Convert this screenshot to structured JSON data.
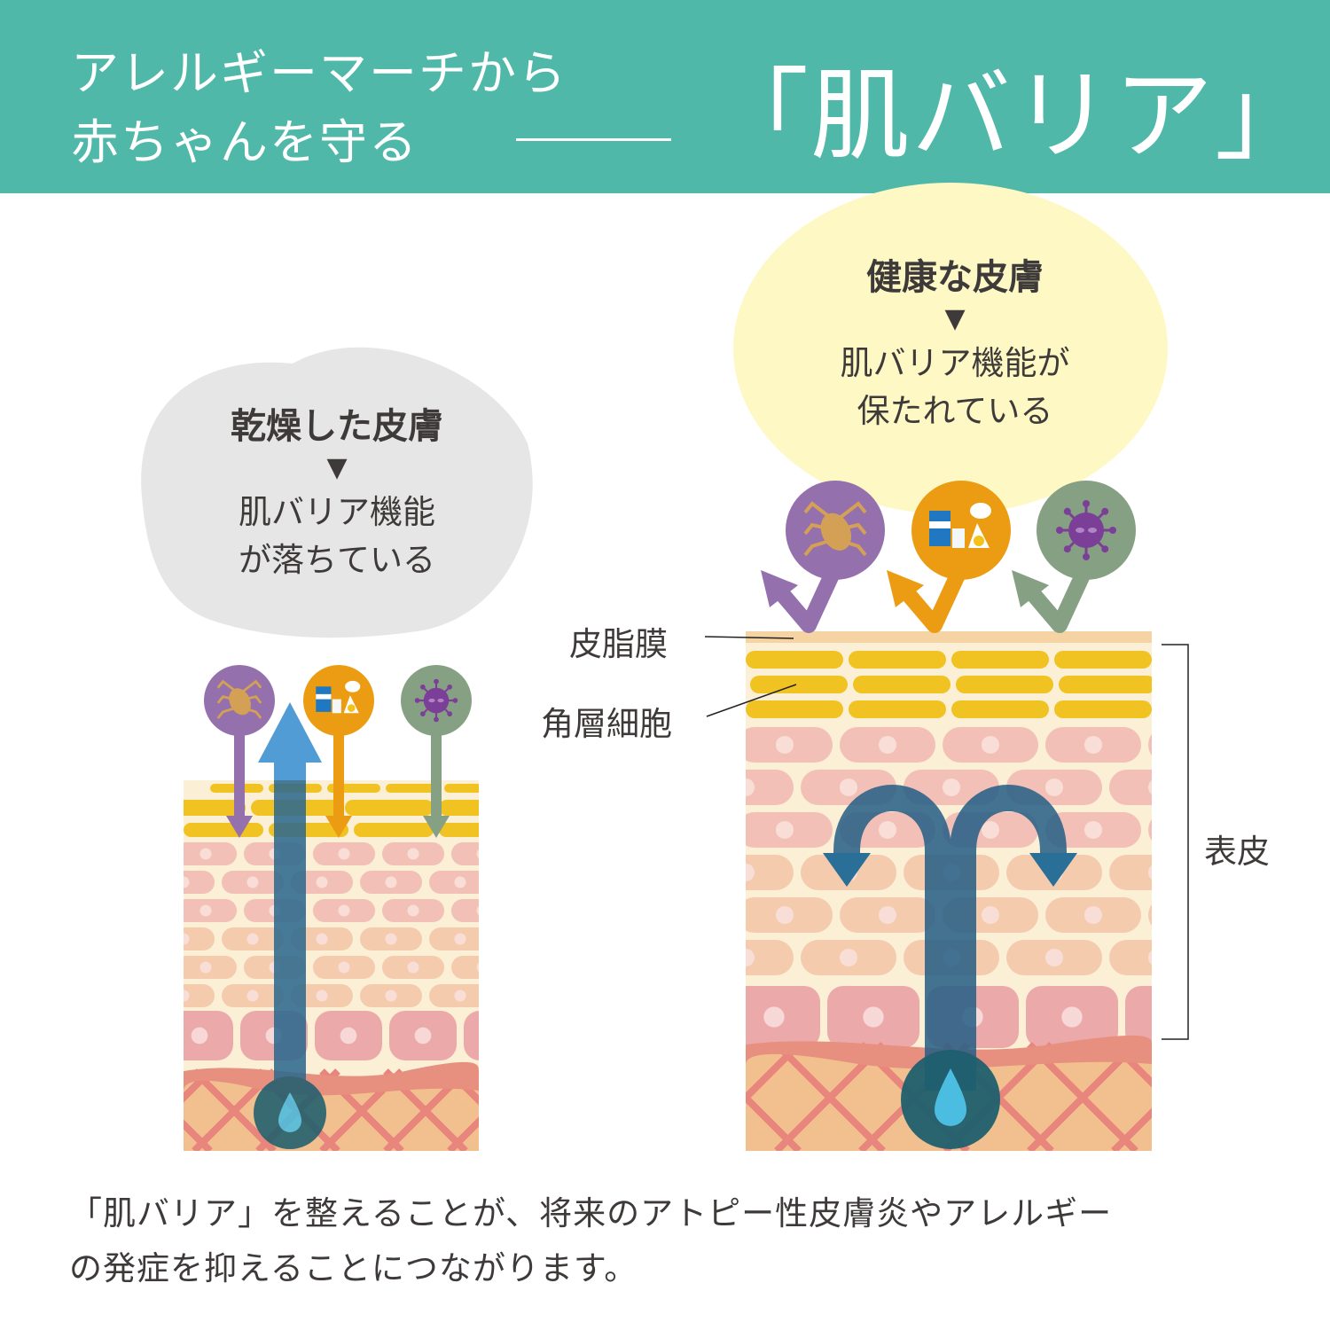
{
  "header": {
    "line1": "アレルギーマーチから",
    "line2": "赤ちゃんを守る",
    "headline": "「肌バリア」",
    "background": "#4fb8a9"
  },
  "dry_skin": {
    "title": "乾燥した皮膚",
    "marker": "▼",
    "line1": "肌バリア機能",
    "line2": "が落ちている",
    "bubble_color": "#e6e6e6"
  },
  "healthy_skin": {
    "title": "健康な皮膚",
    "marker": "▼",
    "line1": "肌バリア機能が",
    "line2": "保たれている",
    "bubble_color": "#fdf8c4"
  },
  "labels": {
    "sebum": "皮脂膜",
    "corneocytes": "角層細胞",
    "epidermis": "表皮"
  },
  "allergens": [
    {
      "icon": "mite-icon",
      "color": "#9470ac"
    },
    {
      "icon": "food-allergen-icon",
      "color": "#eb9c12"
    },
    {
      "icon": "virus-icon",
      "color": "#86a083"
    }
  ],
  "footer": {
    "line1": "「肌バリア」を整えることが、将来のアトピー性皮膚炎やアレルギー",
    "line2": "の発症を抑えることにつながります。"
  }
}
